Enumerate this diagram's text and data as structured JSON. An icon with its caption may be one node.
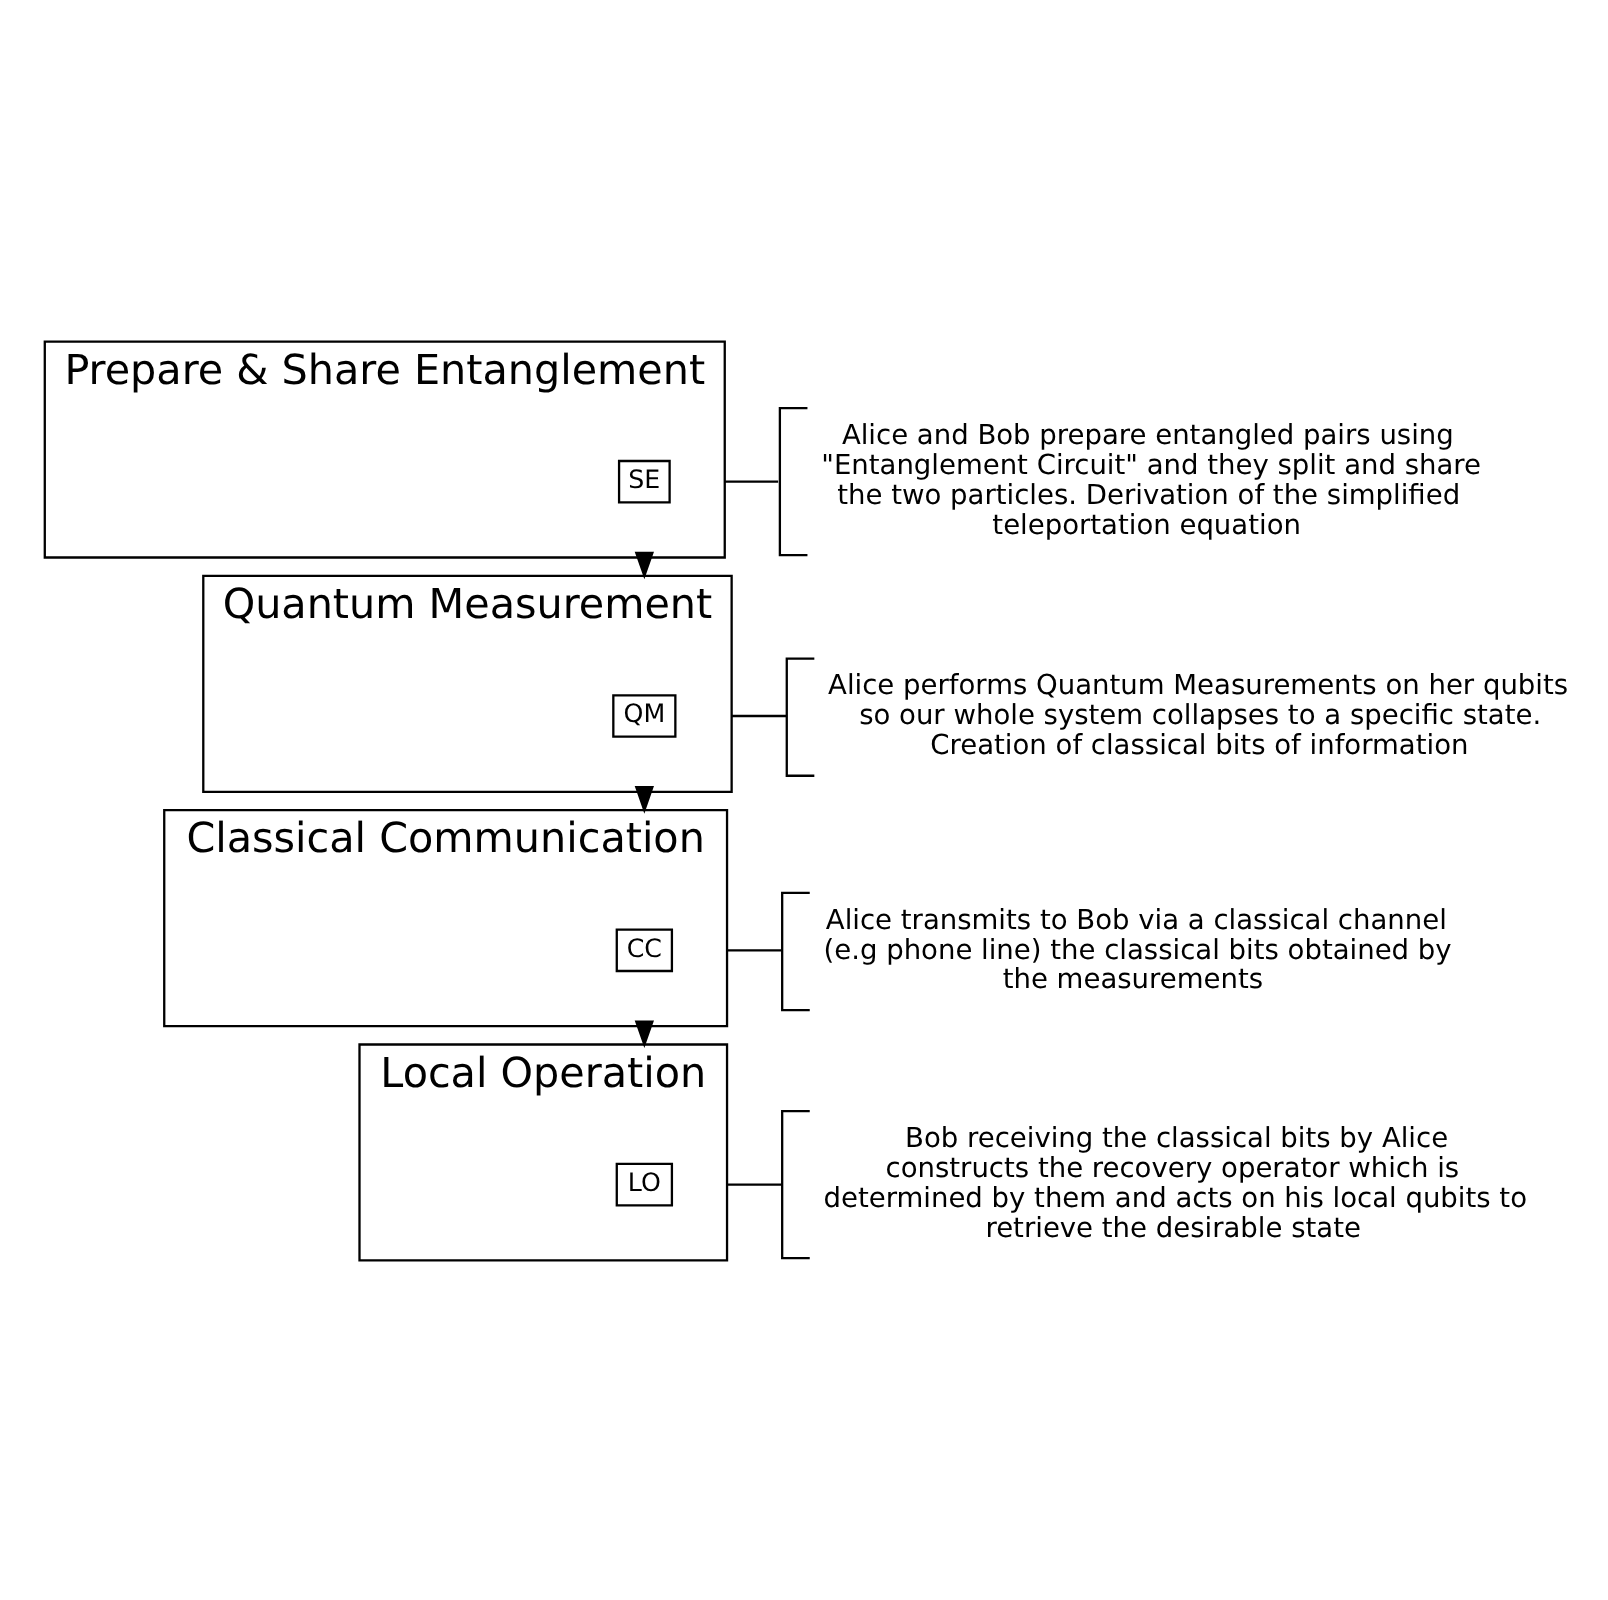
{
  "diagram": {
    "nodes": [
      {
        "text": [
          "Prepare & Share Entanglement"
        ]
      },
      {
        "text": [
          "SE"
        ],
        "in": 0
      },
      {
        "text": [
          "Alice and Bob prepare entangled pairs using \"Entanglement Circuit\" and they split and share the two particles. Derivation of the simplified teleportation equation"
        ]
      },
      {
        "text": [
          "Quantum Measurement"
        ]
      },
      {
        "text": [
          "QM"
        ],
        "in": 3
      },
      {
        "text": [
          "Alice performs Quantum Measurements on her qubits so our whole system collapses to a specific state. Creation of classical bits of information"
        ]
      },
      {
        "text": [
          "Classical Communication"
        ]
      },
      {
        "text": [
          "CC"
        ],
        "in": 6
      },
      {
        "text": [
          "Alice transmits to Bob via a classical channel (e.g phone line) the classical bits obtained by the measurements"
        ]
      },
      {
        "text": [
          "Local Operation"
        ]
      },
      {
        "text": [
          "LO"
        ],
        "in": 9
      },
      {
        "text": [
          "Bob receiving the classical bits by Alice constructs the recovery operator which is determined by them and acts on his local qubits to retrieve the desirable state"
        ]
      }
    ],
    "edges": [
      {
        "from": 0,
        "to": 3,
        "arrow": "to"
      },
      {
        "from": 3,
        "to": 6,
        "arrow": "to"
      },
      {
        "from": 6,
        "to": 9,
        "arrow": "to"
      },
      {
        "from": 0,
        "to": 2,
        "arrow": "none"
      },
      {
        "from": 3,
        "to": 5,
        "arrow": "none"
      },
      {
        "from": 6,
        "to": 8,
        "arrow": "none"
      },
      {
        "from": 9,
        "to": 11,
        "arrow": "none"
      }
    ]
  }
}
